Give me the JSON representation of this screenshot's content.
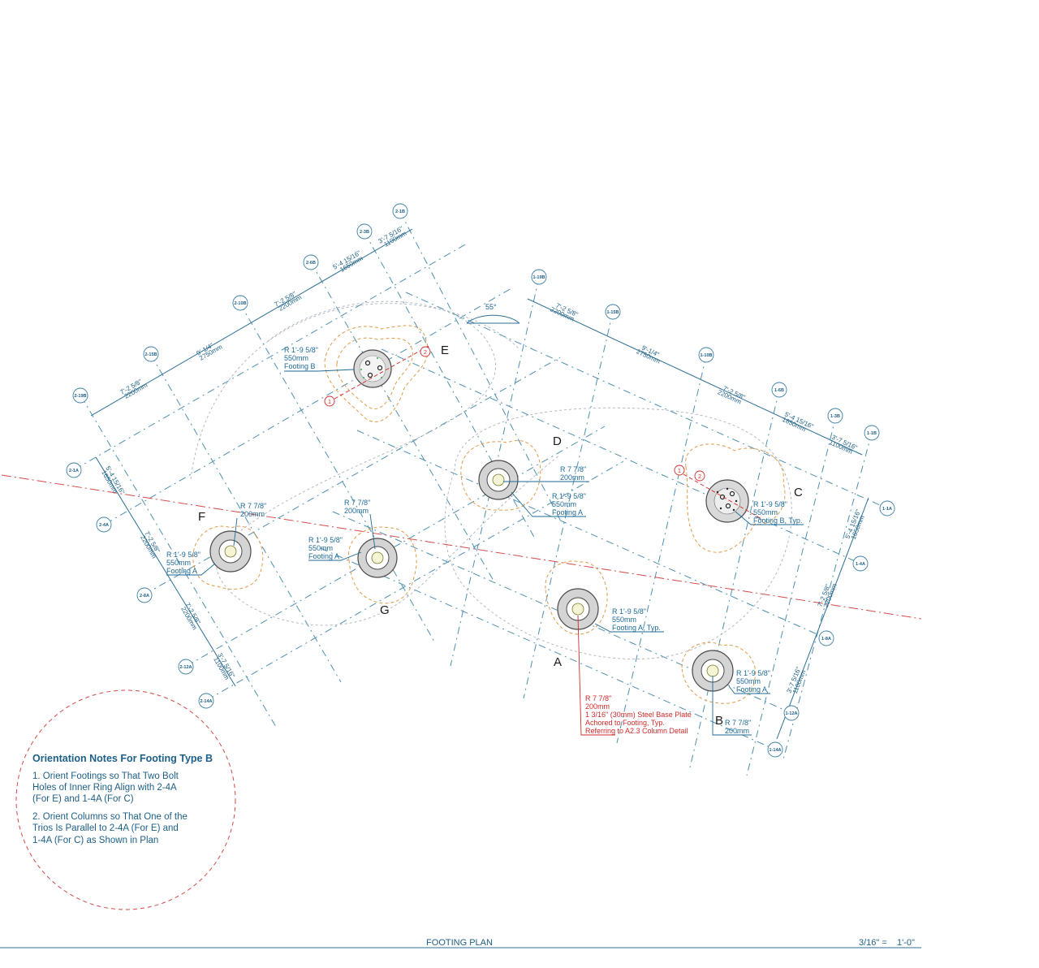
{
  "title_bar": {
    "title": "FOOTING PLAN",
    "scale": "3/16\" =    1'-0\""
  },
  "notes": {
    "heading": "Orientation Notes For Footing Type B",
    "lines": [
      "1. Orient Footings so That Two Bolt",
      "Holes of Inner Ring Align with 2-4A",
      "(For E) and 1-4A (For C)",
      "2. Orient Columns so That One of the",
      "Trios Is Parallel to 2-4A (For E) and",
      "1-4A (For C) as Shown in Plan"
    ]
  },
  "angle": "55°",
  "grid_bubbles": [
    "2-1B",
    "2-3B",
    "2-6B",
    "2-10B",
    "2-15B",
    "2-19B",
    "1-19B",
    "1-15B",
    "1-10B",
    "1-6B",
    "1-3B",
    "1-1B",
    "1-1A",
    "1-4A",
    "1-8A",
    "1-12A",
    "1-14A",
    "2-1A",
    "2-4A",
    "2-8A",
    "2-12A",
    "2-14A"
  ],
  "dimensions": {
    "d1": [
      "7'-2 5/8\"",
      "2200mm"
    ],
    "d2": [
      "9'-1/4\"",
      "2750mm"
    ],
    "d3": [
      "7'-2 5/8\"",
      "2200mm"
    ],
    "d4": [
      "5'-4 15/16\"",
      "1650mm"
    ],
    "d5": [
      "3'-7 5/16\"",
      "1100mm"
    ],
    "d6": [
      "7'-2 5/8\"",
      "2200mm"
    ],
    "d7": [
      "9'-1/4\"",
      "2750mm"
    ],
    "d8": [
      "7'-2 5/8\"",
      "2200mm"
    ],
    "d9": [
      "5'-4 15/16\"",
      "1650mm"
    ],
    "d10": [
      "3'-7 5/16\"",
      "1100mm"
    ],
    "d11": [
      "5'-4 15/16\"",
      "1650mm"
    ],
    "d12": [
      "7'-2 5/8\"",
      "2200mm"
    ],
    "d13": [
      "7'-2 5/8\"",
      "2200mm"
    ],
    "d14": [
      "3'-7 5/16\"",
      "1100mm"
    ],
    "d15": [
      "5'-4 15/16\"",
      "1650mm"
    ],
    "d16": [
      "7'-2 5/8\"",
      "2200mm"
    ],
    "d17": [
      "3'-7 5/16\"",
      "1100mm"
    ]
  },
  "footings": {
    "A": "A",
    "B": "B",
    "C": "C",
    "D": "D",
    "E": "E",
    "F": "F",
    "G": "G"
  },
  "annotations": {
    "E": [
      "R 1'-9 5/8\"",
      "550mm",
      "Footing B"
    ],
    "D_r": [
      "R 7 7/8\"",
      "200mm"
    ],
    "D_f": [
      "R 1'-9 5/8\"",
      "550mm",
      "Footing A"
    ],
    "C": [
      "R 1'-9 5/8\"",
      "550mm",
      "Footing B, Typ."
    ],
    "F_r": [
      "R 7 7/8\"",
      "200mm"
    ],
    "F_f": [
      "R 1'-9 5/8\"",
      "550mm",
      "Footing A"
    ],
    "G_r": [
      "R 7 7/8\"",
      "200mm"
    ],
    "G_f": [
      "R 1'-9 5/8\"",
      "550mm",
      "Footing A"
    ],
    "A": [
      "R 1'-9 5/8\"",
      "550mm",
      "Footing A, Typ."
    ],
    "B_f": [
      "R 1'-9 5/8\"",
      "550mm",
      "Footing A"
    ],
    "B_r": [
      "R 7 7/8\"",
      "200mm"
    ],
    "red": [
      "R 7 7/8\"",
      "200mm",
      "1 3/16\" (30mm) Steel Base Plate",
      "Achored to Footing, Typ.",
      "Referring to A2.3 Column Detail"
    ]
  },
  "markers": {
    "m1": "1",
    "m2": "2"
  }
}
